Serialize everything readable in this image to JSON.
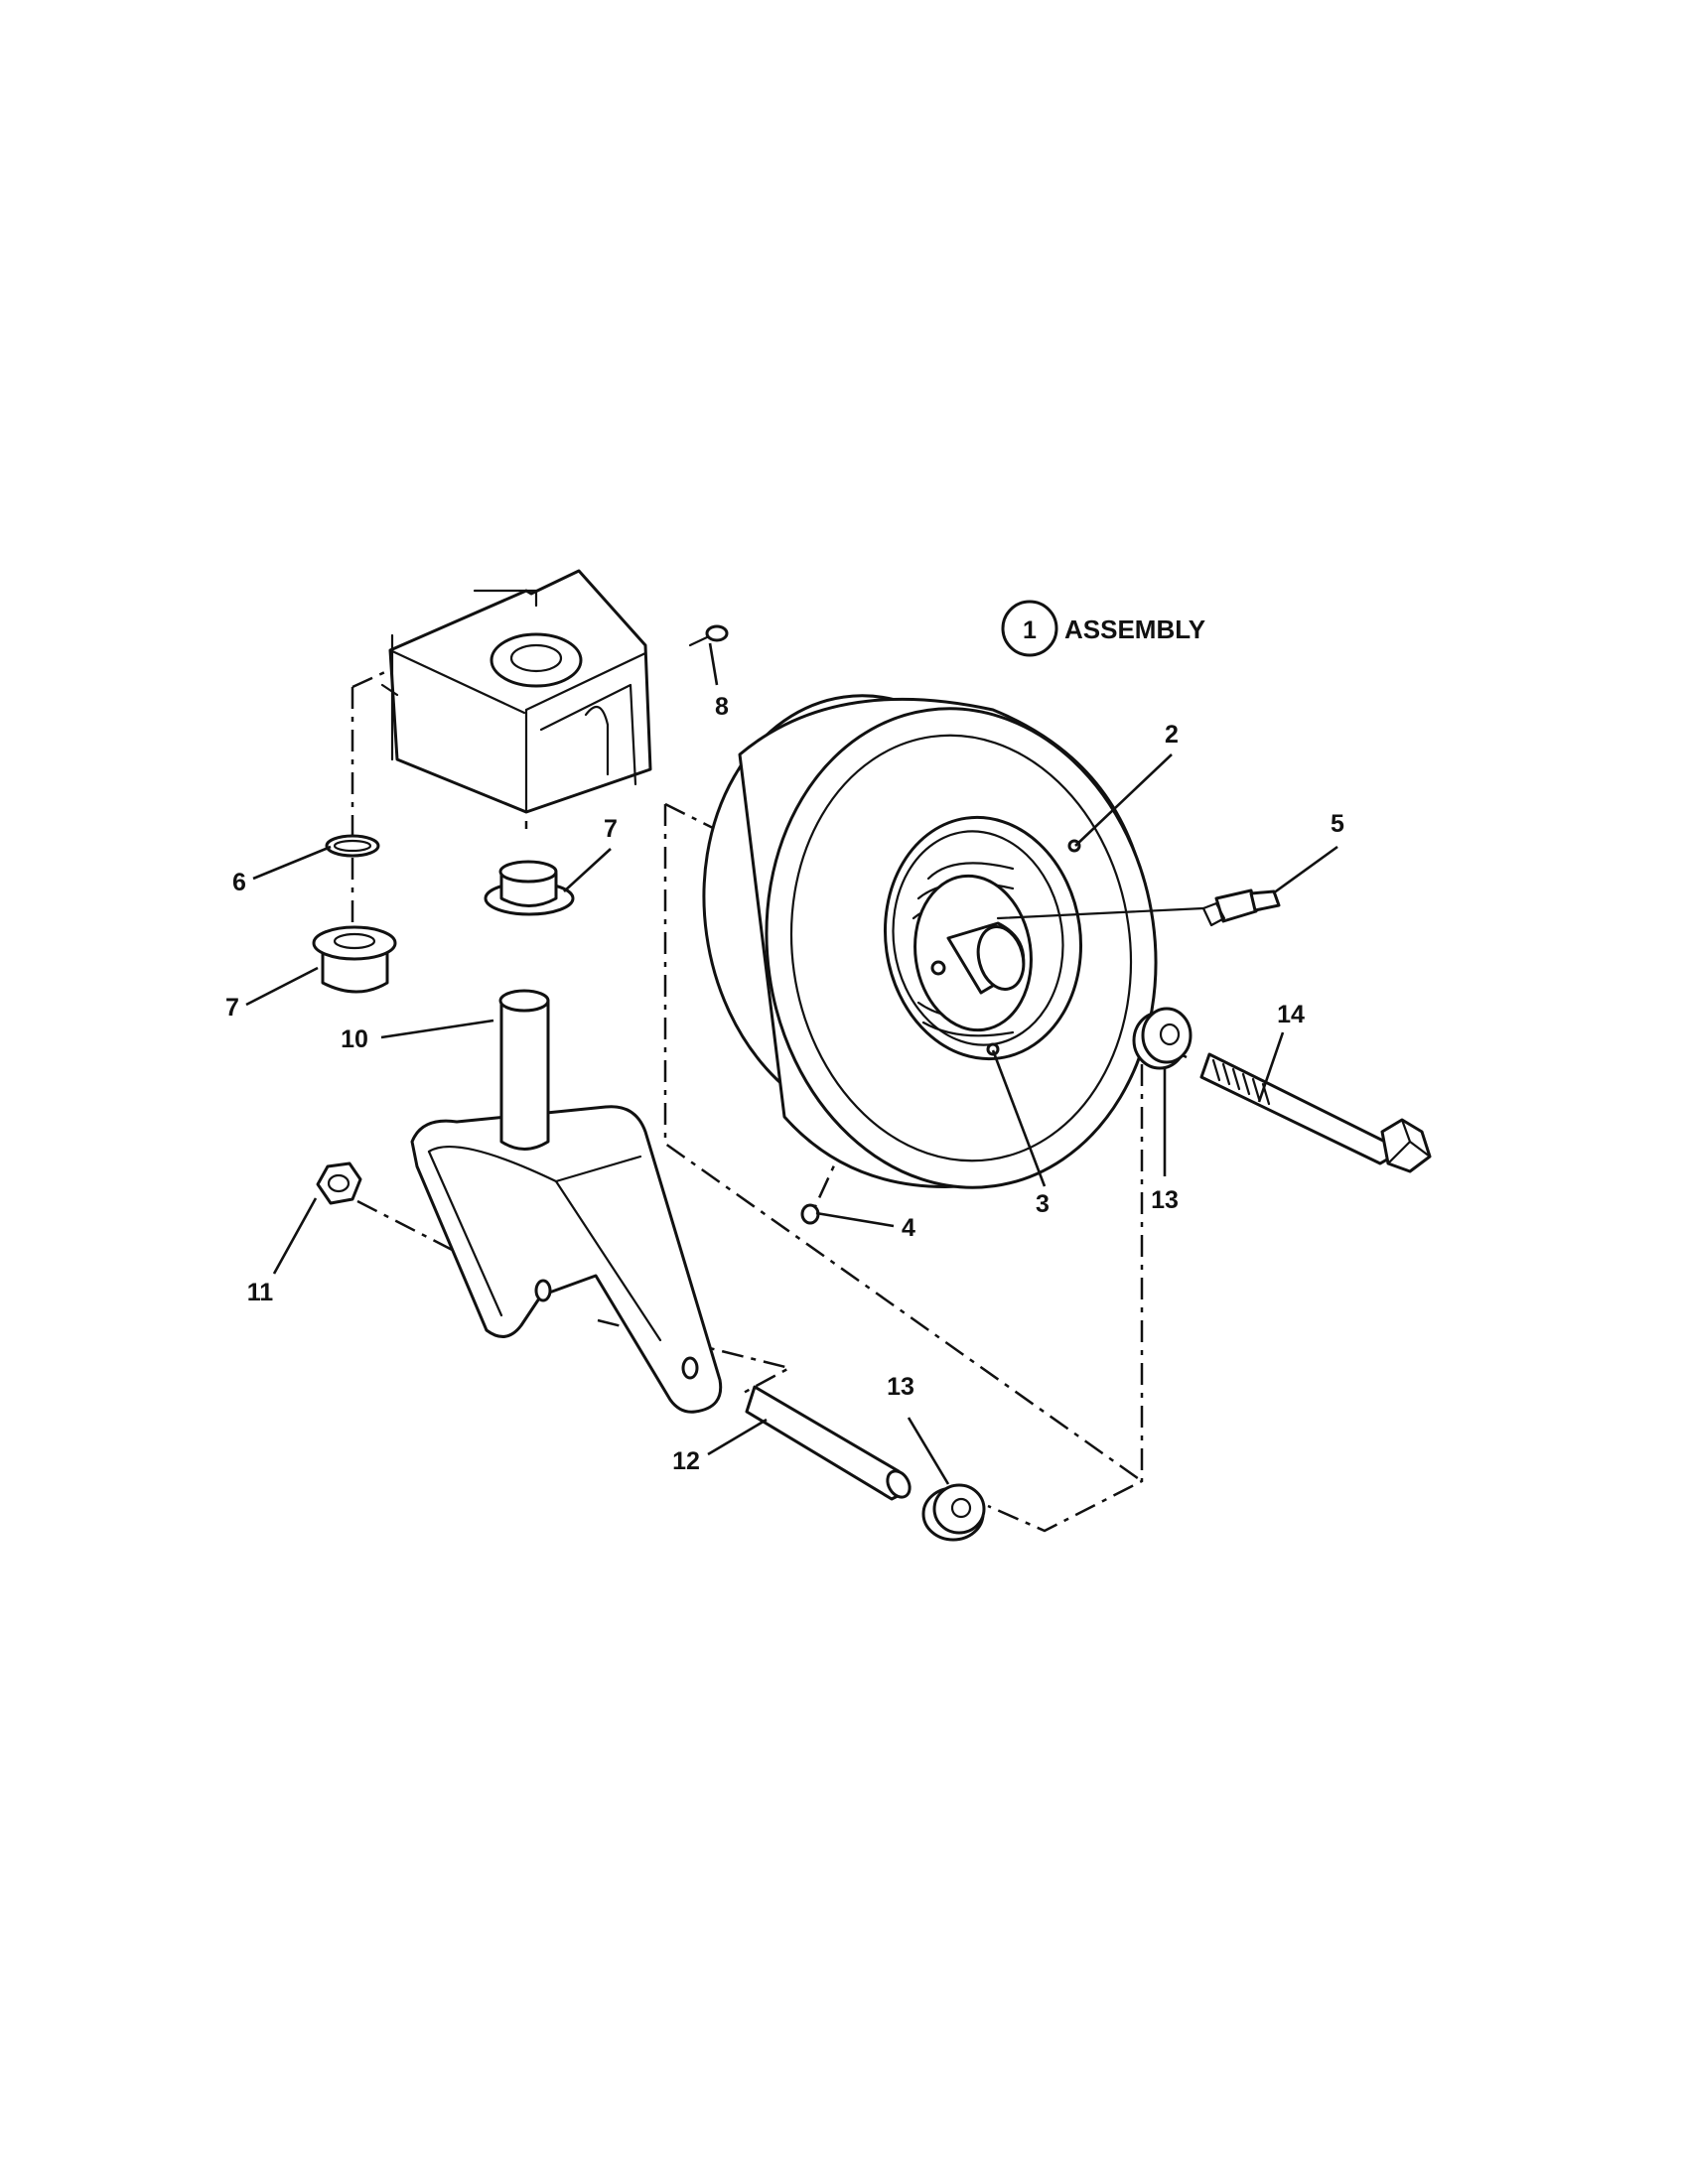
{
  "assembly": {
    "number": "1",
    "label": "ASSEMBLY"
  },
  "callouts": {
    "p2": "2",
    "p3": "3",
    "p4": "4",
    "p5": "5",
    "p6": "6",
    "p7a": "7",
    "p7b": "7",
    "p8": "8",
    "p10": "10",
    "p11": "11",
    "p12": "12",
    "p13a": "13",
    "p13b": "13",
    "p14": "14"
  }
}
